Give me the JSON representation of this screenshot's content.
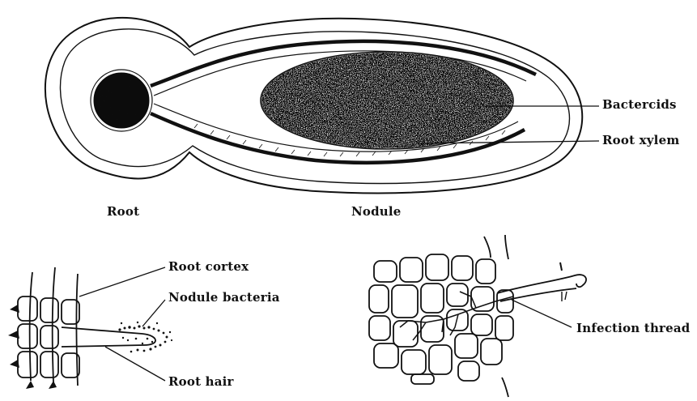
{
  "labels": {
    "bacteroids": "Bactercids",
    "root_xylem": "Root xylem",
    "root": "Root",
    "nodule": "Nodule",
    "root_cortex": "Root cortex",
    "nodule_bacteria": "Nodule bacteria",
    "root_hair": "Root hair",
    "infection_thread": "Infection thread"
  },
  "colors": {
    "ink": "#111111",
    "paper": "#ffffff"
  }
}
